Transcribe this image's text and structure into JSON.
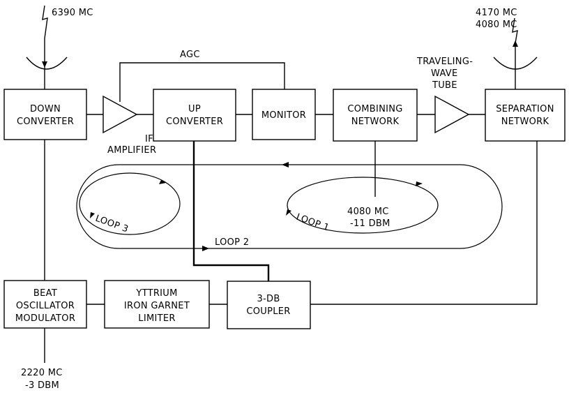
{
  "antennas": {
    "input": {
      "label": "6390 MC"
    },
    "output": {
      "line1": "4170 MC",
      "line2": "4080 MC"
    }
  },
  "blocks": {
    "down_converter": {
      "line1": "DOWN",
      "line2": "CONVERTER"
    },
    "up_converter": {
      "line1": "UP",
      "line2": "CONVERTER"
    },
    "monitor": {
      "line1": "MONITOR"
    },
    "combining_network": {
      "line1": "COMBINING",
      "line2": "NETWORK"
    },
    "separation_network": {
      "line1": "SEPARATION",
      "line2": "NETWORK"
    },
    "beat_oscillator": {
      "line1": "BEAT",
      "line2": "OSCILLATOR",
      "line3": "MODULATOR"
    },
    "yig_limiter": {
      "line1": "YTTRIUM",
      "line2": "IRON GARNET",
      "line3": "LIMITER"
    },
    "coupler": {
      "line1": "3-DB",
      "line2": "COUPLER"
    }
  },
  "amplifiers": {
    "if_amp": {
      "line1": "IF",
      "line2": "AMPLIFIER"
    },
    "twt": {
      "line1": "TRAVELING-",
      "line2": "WAVE",
      "line3": "TUBE"
    }
  },
  "labels": {
    "agc": "AGC",
    "loop1": "LOOP 1",
    "loop2": "LOOP 2",
    "loop3": "LOOP 3",
    "combining_input": {
      "line1": "4080 MC",
      "line2": "-11 DBM"
    },
    "oscillator_input": {
      "line1": "2220 MC",
      "line2": "-3 DBM"
    }
  }
}
